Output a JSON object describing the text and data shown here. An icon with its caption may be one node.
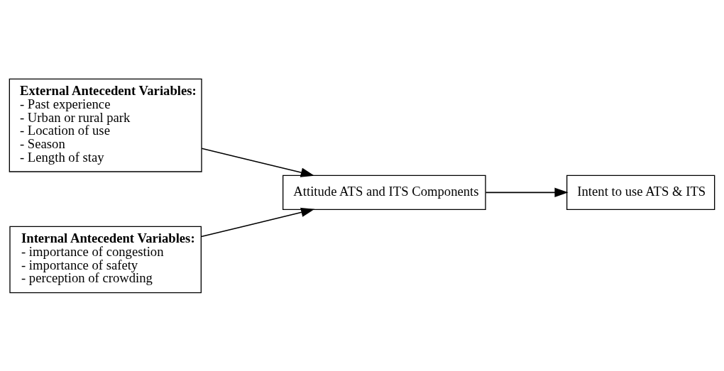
{
  "diagram": {
    "nodes": [
      {
        "text": [
          "External Antecedent Variables:",
          "- Past experience",
          "- Urban or rural park",
          "- Location of use",
          "- Season",
          "- Length of stay"
        ]
      },
      {
        "text": [
          "Internal Antecedent Variables:",
          "- importance of congestion",
          "- importance of safety",
          "- perception of crowding"
        ]
      },
      {
        "text": [
          "Attitude ATS and ITS Components"
        ]
      },
      {
        "text": [
          "Intent to use ATS & ITS"
        ]
      }
    ],
    "edges": [
      {
        "from": 0,
        "to": 2,
        "arrow": "to"
      },
      {
        "from": 1,
        "to": 2,
        "arrow": "to"
      },
      {
        "from": 2,
        "to": 3,
        "arrow": "to"
      }
    ]
  }
}
